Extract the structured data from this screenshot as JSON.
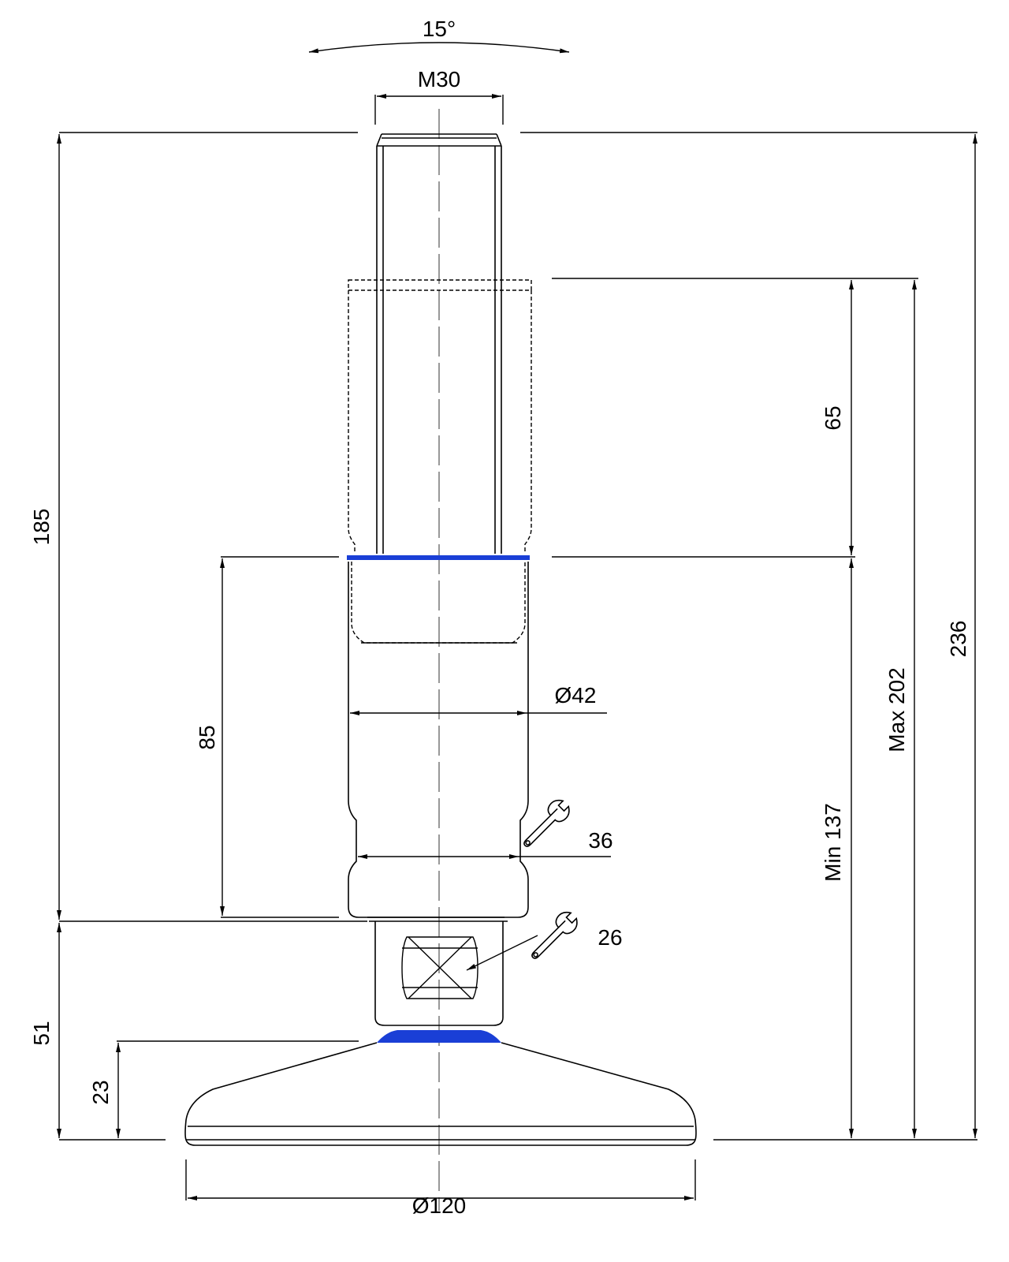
{
  "labels": {
    "angle": "15°",
    "thread": "M30",
    "height_185": "185",
    "height_236": "236",
    "travel_65": "65",
    "max_202": "Max 202",
    "min_137": "Min 137",
    "body_85": "85",
    "dia_42": "Ø42",
    "wrench_36": "36",
    "wrench_26": "26",
    "base_51": "51",
    "base_23": "23",
    "dia_120": "Ø120"
  },
  "colors": {
    "seal": "#1a3fd6",
    "line": "#000000"
  },
  "icons": [
    "wrench-icon",
    "wrench-icon"
  ]
}
